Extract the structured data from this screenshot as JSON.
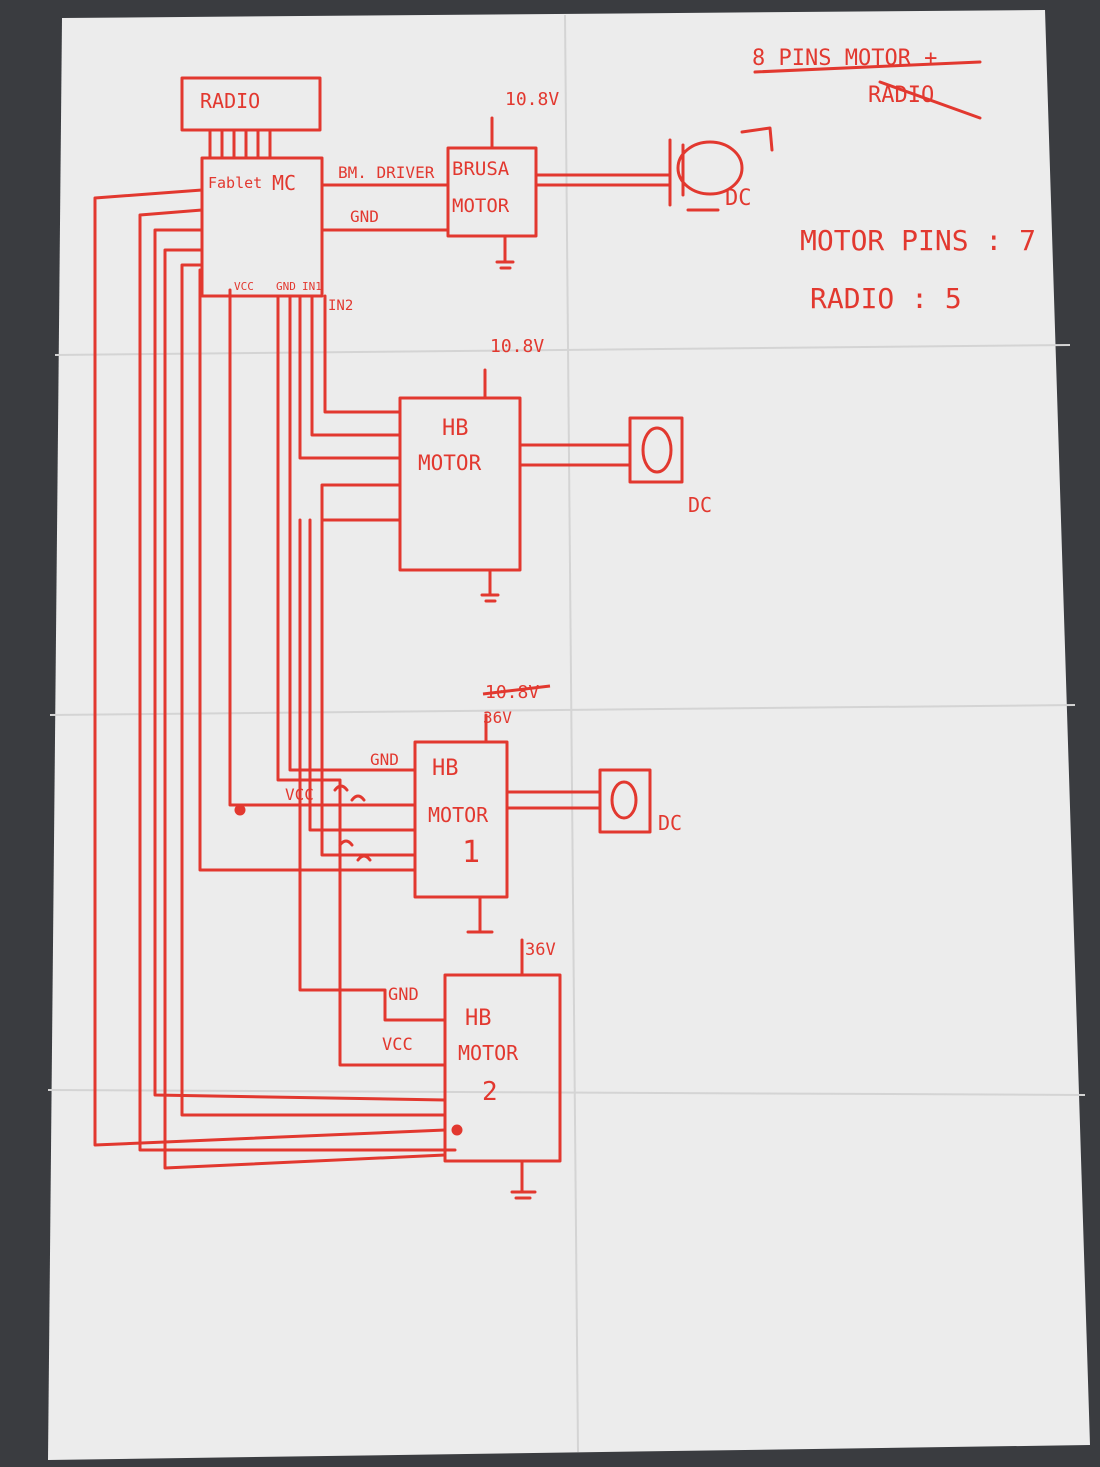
{
  "colors": {
    "ink": "#e2382f",
    "paper": "#ececec",
    "table": "#3a3c40"
  },
  "note": {
    "crossed": "8 PINS MOTOR + RADIO",
    "line1": "8 PINS MOTOR +",
    "line2": "RADIO"
  },
  "pin_counts": {
    "motor": "MOTOR PINS : 7",
    "radio": "RADIO : 5"
  },
  "blocks": {
    "radio": "RADIO",
    "mc": "MC",
    "mc_sub": "Fablet",
    "brusa_line1": "BRUSA",
    "brusa_line2": "MOTOR",
    "hb_a_line1": "HB",
    "hb_a_line2": "MOTOR",
    "hb1_line1": "HB",
    "hb1_line2": "MOTOR",
    "hb1_line3": "1",
    "hb2_line1": "HB",
    "hb2_line2": "MOTOR",
    "hb2_line3": "2"
  },
  "labels": {
    "bm_driver": "BM. DRIVER",
    "gnd_brusa": "GND",
    "mc_vcc": "VCC",
    "mc_gnd": "GND",
    "mc_in1": "IN1",
    "mc_in2": "IN2",
    "hb1_gnd": "GND",
    "hb1_vcc": "VCC",
    "hb2_gnd": "GND",
    "hb2_vcc": "VCC"
  },
  "voltages": {
    "brusa": "10.8V",
    "hb_a": "10.8V",
    "hb1_crossed": "10.8V",
    "hb1": "36V",
    "hb2": "36V"
  },
  "motors": {
    "m_brusa": "DC",
    "m_hb_a": "DC",
    "m_hb1": "DC"
  }
}
